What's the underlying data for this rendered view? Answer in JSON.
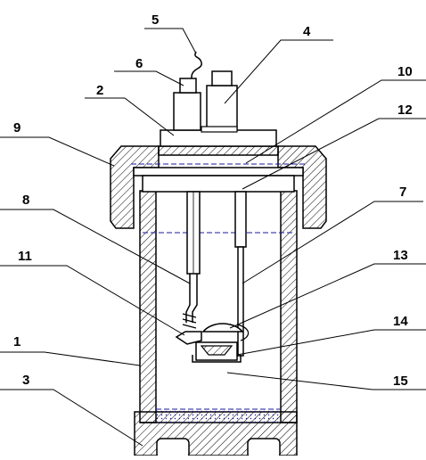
{
  "diagram": {
    "callouts": [
      {
        "id": "c1",
        "label": "1"
      },
      {
        "id": "c2",
        "label": "2"
      },
      {
        "id": "c3",
        "label": "3"
      },
      {
        "id": "c4",
        "label": "4"
      },
      {
        "id": "c5",
        "label": "5"
      },
      {
        "id": "c6",
        "label": "6"
      },
      {
        "id": "c7",
        "label": "7"
      },
      {
        "id": "c8",
        "label": "8"
      },
      {
        "id": "c9",
        "label": "9"
      },
      {
        "id": "c10",
        "label": "10"
      },
      {
        "id": "c11",
        "label": "11"
      },
      {
        "id": "c12",
        "label": "12"
      },
      {
        "id": "c13",
        "label": "13"
      },
      {
        "id": "c14",
        "label": "14"
      },
      {
        "id": "c15",
        "label": "15"
      }
    ],
    "colors": {
      "line": "#000000",
      "hatch": "#000000",
      "dashed_level": "#1a1aa0",
      "background": "#ffffff"
    }
  }
}
